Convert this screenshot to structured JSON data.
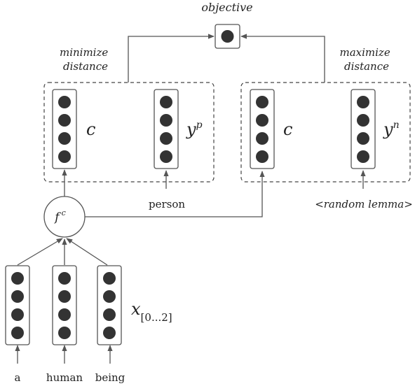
{
  "diagram": {
    "objective_label": "objective",
    "minimize_label": [
      "minimize",
      "distance"
    ],
    "maximize_label": [
      "maximize",
      "distance"
    ],
    "composed_vector_label": "c",
    "positive_vector_label": "y",
    "positive_vector_sup": "p",
    "negative_vector_label": "y",
    "negative_vector_sup": "n",
    "function_label": "f",
    "function_sup": "c",
    "input_vector_label": "x",
    "input_vector_sub": "[0...2]",
    "positive_word": "person",
    "negative_word": "<random lemma>",
    "input_words": [
      "a",
      "human",
      "being"
    ]
  },
  "colors": {
    "line": "#555555",
    "node_fill": "#333333",
    "text": "#222222"
  }
}
